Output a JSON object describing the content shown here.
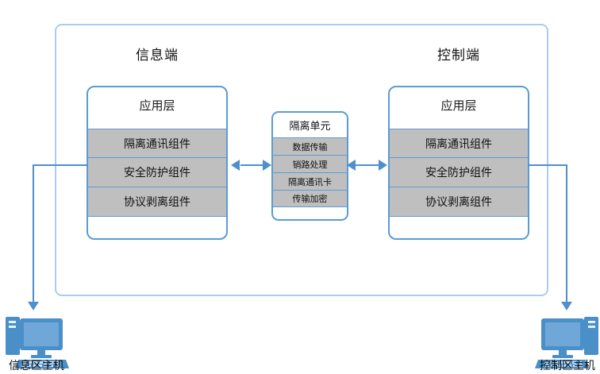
{
  "diagram": {
    "outer_frame_color": "#a9cdeb",
    "panel_border_color": "#5b9bd5",
    "row_fill_color": "#bfbfbf",
    "connector_color": "#4f8fcc",
    "icon_color": "#4a8fc8"
  },
  "left_section": {
    "title": "信息端",
    "panel_header": "应用层",
    "rows": [
      "隔离通讯组件",
      "安全防护组件",
      "协议剥离组件"
    ]
  },
  "right_section": {
    "title": "控制端",
    "panel_header": "应用层",
    "rows": [
      "隔离通讯组件",
      "安全防护组件",
      "协议剥离组件"
    ]
  },
  "center_unit": {
    "title": "隔离单元",
    "rows": [
      "数据传输",
      "销路处理",
      "隔离通讯卡",
      "传输加密"
    ]
  },
  "hosts": {
    "left_label": "信息区主机",
    "right_label": "控制区主机",
    "left_icon": "desktop-computer-icon",
    "right_icon": "desktop-computer-icon"
  },
  "connectors": {
    "left_bidirectional_icon": "double-arrow-horizontal",
    "right_bidirectional_icon": "double-arrow-horizontal",
    "left_host_arrow_icon": "arrow-down",
    "right_host_arrow_icon": "arrow-down"
  }
}
